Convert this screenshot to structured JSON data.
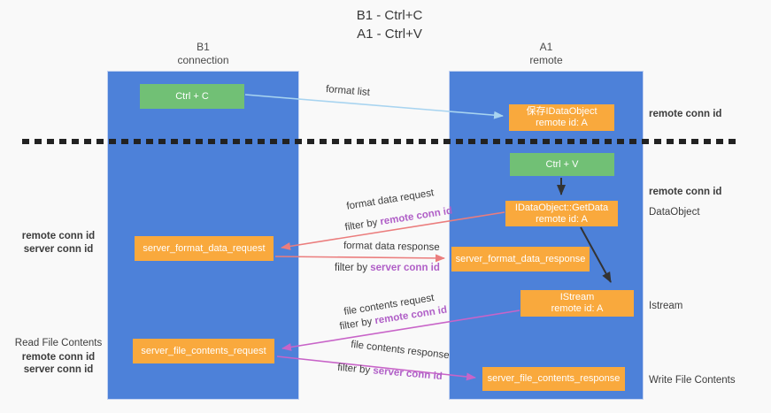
{
  "title": {
    "lines": [
      "B1 - Ctrl+C",
      "A1 - Ctrl+V"
    ]
  },
  "lanes": {
    "left": {
      "name": "B1",
      "subtitle": "connection"
    },
    "right": {
      "name": "A1",
      "subtitle": "remote"
    }
  },
  "boxes": {
    "ctrl_c": {
      "label": "Ctrl + C"
    },
    "ctrl_v": {
      "label": "Ctrl + V"
    },
    "save_idataobject": {
      "line1": "保存IDataObject",
      "line2": "remote id: A"
    },
    "getdata": {
      "line1": "IDataObject::GetData",
      "line2": "remote id: A"
    },
    "istream": {
      "line1": "IStream",
      "line2": "remote id: A"
    },
    "format_request": {
      "label": "server_format_data_request"
    },
    "format_response": {
      "label": "server_format_data_response"
    },
    "file_request": {
      "label": "server_file_contents_request"
    },
    "file_response": {
      "label": "server_file_contents_response"
    }
  },
  "flow_labels": {
    "format_list": "format list",
    "format_data_request": "format data request",
    "format_data_response": "format data response",
    "file_contents_request": "file contents request",
    "file_contents_response": "file contents response",
    "filter_by": "filter by ",
    "remote_conn_id": "remote conn id",
    "server_conn_id": "server conn id"
  },
  "annotations": {
    "right_top_remote_conn_id": "remote conn id",
    "right_mid_remote_conn_id": "remote conn id",
    "data_object": "DataObject",
    "istream": "Istream",
    "write_file_contents": "Write File Contents",
    "left_remote_conn_id": "remote conn id",
    "left_server_conn_id": "server conn id",
    "read_file_contents": "Read File Contents",
    "left_remote_conn_id_2": "remote conn id",
    "left_server_conn_id_2": "server conn id"
  },
  "edges": [
    {
      "from": "Ctrl + C",
      "to": "保存IDataObject",
      "label": "format list",
      "color": "#a8d4f0"
    },
    {
      "from": "Ctrl + V",
      "to": "IDataObject::GetData",
      "label": "",
      "color": "#333333"
    },
    {
      "from": "IDataObject::GetData",
      "to": "server_format_data_request",
      "label": "format data request, filter by remote conn id",
      "color": "#eb7d7d"
    },
    {
      "from": "server_format_data_request",
      "to": "server_format_data_response",
      "label": "format data response, filter by server conn id",
      "color": "#eb7d7d"
    },
    {
      "from": "IDataObject::GetData",
      "to": "IStream",
      "label": "",
      "color": "#333333"
    },
    {
      "from": "IStream",
      "to": "server_file_contents_request",
      "label": "file contents request, filter by remote conn id",
      "color": "#c864c8"
    },
    {
      "from": "server_file_contents_request",
      "to": "server_file_contents_response",
      "label": "file contents response, filter by server conn id",
      "color": "#c864c8"
    }
  ],
  "colors": {
    "lane_blue": "#4d81d9",
    "box_green": "#71c075",
    "box_orange": "#f9a93d",
    "accent_purple": "#b05fc7",
    "accent_green": "#5fbe6e",
    "arrow_lightblue": "#a8d4f0",
    "arrow_salmon": "#eb7d7d",
    "arrow_magenta": "#c864c8",
    "arrow_black": "#333333",
    "background": "#f9f9f9"
  }
}
